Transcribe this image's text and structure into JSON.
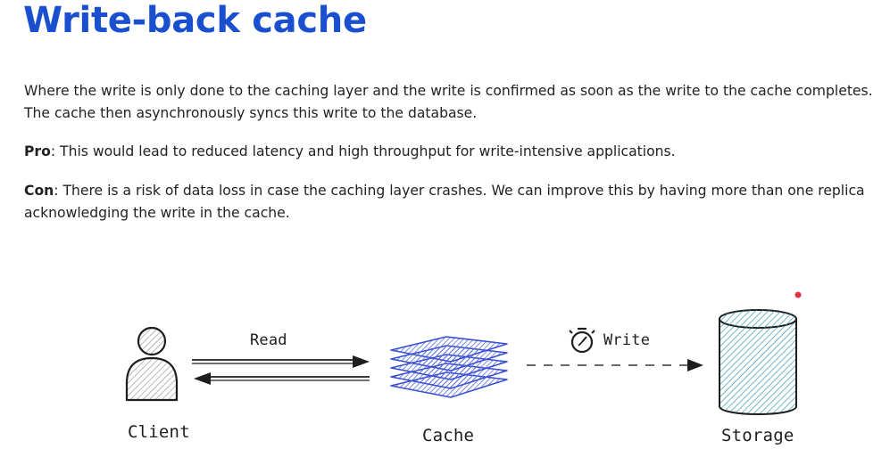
{
  "title": "Write-back cache",
  "description": {
    "intro": "Where the write is only done to the caching layer and the write is confirmed as soon as the write to the cache completes. The cache then asynchronously syncs this write to the database.",
    "pro_label": "Pro",
    "pro_text": ": This would lead to reduced latency and high throughput for write-intensive applications.",
    "con_label": "Con",
    "con_text": ": There is a risk of data loss in case the caching layer crashes. We can improve this by having more than one replica acknowledging the write in the cache."
  },
  "diagram": {
    "nodes": {
      "client": "Client",
      "cache": "Cache",
      "storage": "Storage"
    },
    "edges": {
      "read": "Read",
      "write": "Write"
    },
    "icons": {
      "client": "person-icon",
      "cache": "stacked-layers-icon",
      "storage": "database-cylinder-icon",
      "write": "stopwatch-icon"
    },
    "colors": {
      "title": "#1a4fcf",
      "cache_fill": "#5b6ee1",
      "storage_fill": "#3fa3b5",
      "laser_dot": "#e03045"
    }
  }
}
